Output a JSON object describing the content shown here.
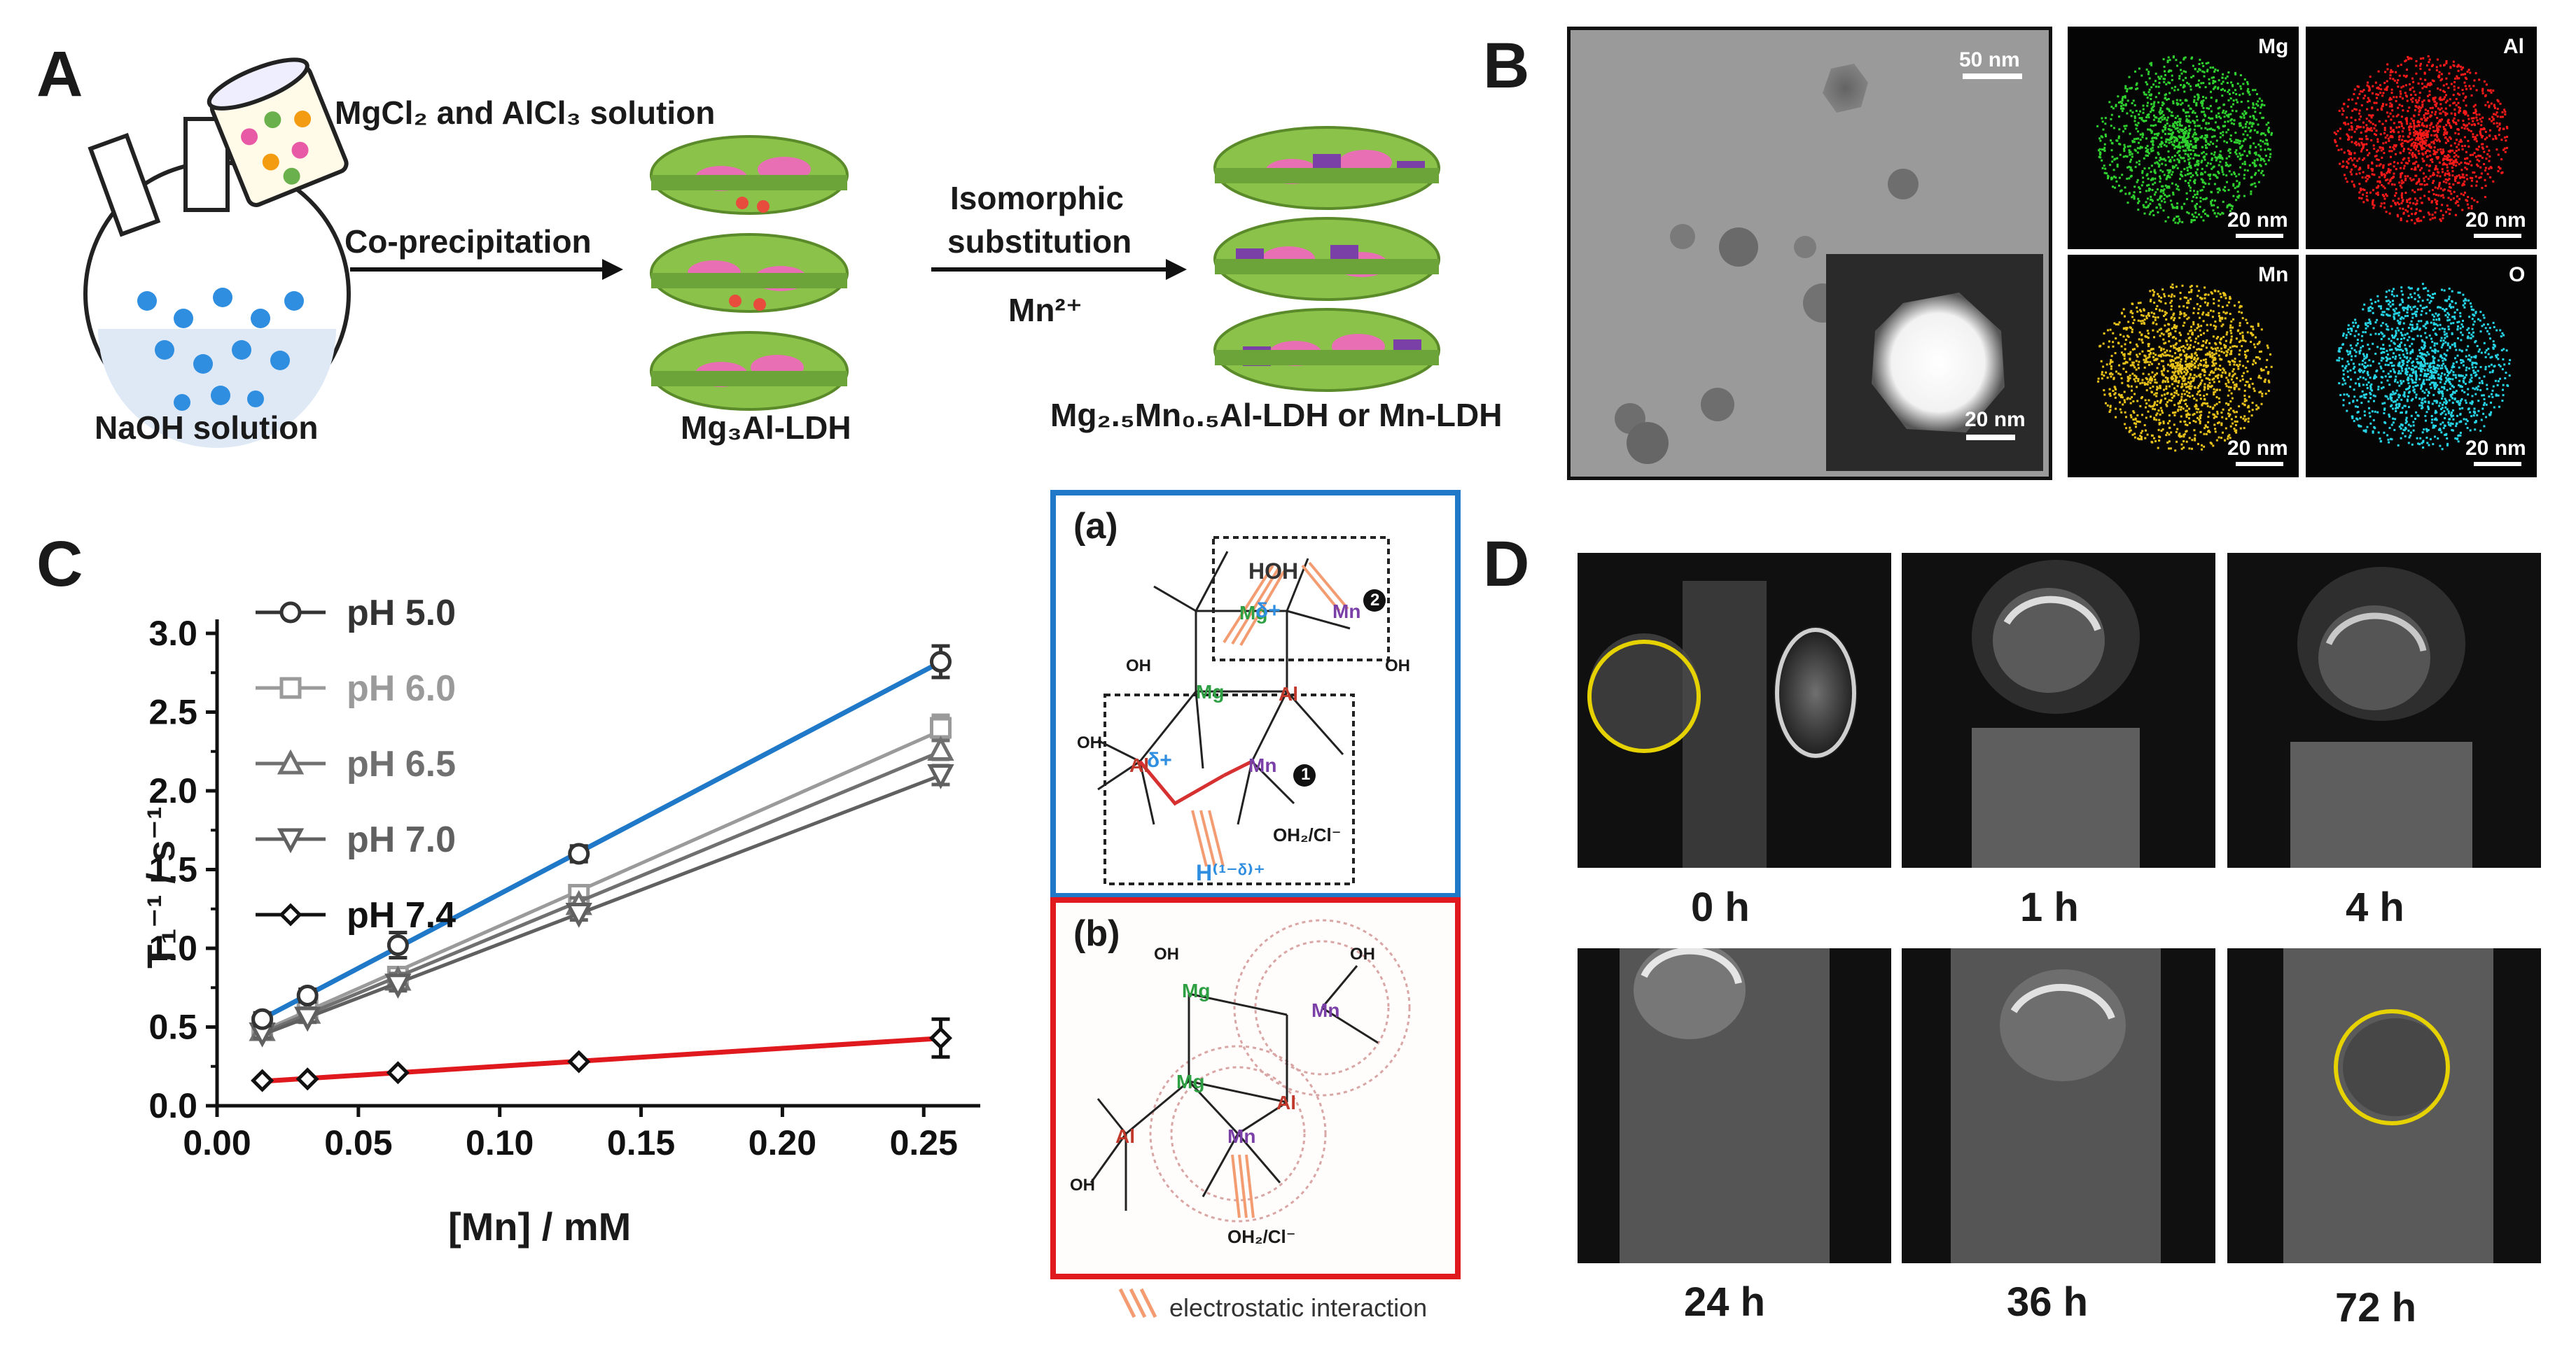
{
  "panels": {
    "A": "A",
    "B": "B",
    "C": "C",
    "D": "D"
  },
  "panelA": {
    "beaker_label": "MgCl₂ and AlCl₃ solution",
    "flask_label": "NaOH solution",
    "step1": "Co-precipitation",
    "product1": "Mg₃Al-LDH",
    "step2_line1": "Isomorphic",
    "step2_line2": "substitution",
    "step2_ion": "Mn²⁺",
    "product2": "Mg₂.₅Mn₀.₅Al-LDH or Mn-LDH"
  },
  "panelB": {
    "scalebar_main": "50 nm",
    "scalebar_inset": "20 nm",
    "maps": [
      {
        "element": "Mg",
        "scale": "20 nm",
        "color": "#2fd12f"
      },
      {
        "element": "Al",
        "scale": "20 nm",
        "color": "#ff1a1a"
      },
      {
        "element": "Mn",
        "scale": "20 nm",
        "color": "#e8c21a"
      },
      {
        "element": "O",
        "scale": "20 nm",
        "color": "#26d4e6"
      }
    ]
  },
  "schematic": {
    "a_label": "(a)",
    "b_label": "(b)",
    "legend": "electrostatic interaction",
    "a_border": "#1f78c8",
    "b_border": "#e0191e",
    "atoms_a": {
      "mg": "Mg",
      "mn": "Mn",
      "al": "Al",
      "oh": "OH",
      "hoh": "HOH",
      "delta_plus": "δ+",
      "delta_plus2": "δ+",
      "water_cl": "OH₂/Cl⁻",
      "proton": "H⁽¹⁻ᵟ⁾⁺",
      "num1": "1",
      "num2": "2"
    },
    "atoms_b": {
      "mg": "Mg",
      "mn": "Mn",
      "al": "Al",
      "oh": "OH",
      "water_cl": "OH₂/Cl⁻"
    }
  },
  "chart_data": {
    "type": "line",
    "xlabel": "[Mn] / mM",
    "ylabel": "T₁⁻¹ / s⁻¹",
    "xlim": [
      0.0,
      0.27
    ],
    "ylim": [
      0.0,
      3.0
    ],
    "xticks": [
      "0.00",
      "0.05",
      "0.10",
      "0.15",
      "0.20",
      "0.25"
    ],
    "yticks": [
      "0.0",
      "0.5",
      "1.0",
      "1.5",
      "2.0",
      "2.5",
      "3.0"
    ],
    "grid": false,
    "legend_position": "top-left",
    "x": [
      0.016,
      0.032,
      0.064,
      0.128,
      0.256
    ],
    "series": [
      {
        "name": "pH 5.0",
        "marker": "circle",
        "color": "#333333",
        "fit_color": "#1f78c8",
        "values": [
          0.55,
          0.7,
          1.02,
          1.6,
          2.82
        ],
        "errors": [
          0.04,
          0.04,
          0.08,
          0.05,
          0.1
        ]
      },
      {
        "name": "pH 6.0",
        "marker": "square",
        "color": "#9a9a9a",
        "fit_color": "#9a9a9a",
        "values": [
          0.5,
          0.62,
          0.82,
          1.34,
          2.4
        ],
        "errors": [
          0.03,
          0.03,
          0.04,
          0.04,
          0.08
        ]
      },
      {
        "name": "pH 6.5",
        "marker": "triangle",
        "color": "#707070",
        "fit_color": "#707070",
        "values": [
          0.48,
          0.59,
          0.8,
          1.28,
          2.26
        ],
        "errors": [
          0.03,
          0.03,
          0.04,
          0.04,
          0.06
        ]
      },
      {
        "name": "pH 7.0",
        "marker": "triangle-down",
        "color": "#606060",
        "fit_color": "#606060",
        "values": [
          0.46,
          0.56,
          0.77,
          1.22,
          2.1
        ],
        "errors": [
          0.03,
          0.03,
          0.04,
          0.04,
          0.06
        ]
      },
      {
        "name": "pH 7.4",
        "marker": "diamond",
        "color": "#111111",
        "fit_color": "#e0191e",
        "values": [
          0.16,
          0.17,
          0.21,
          0.28,
          0.43
        ],
        "errors": [
          0.01,
          0.01,
          0.01,
          0.02,
          0.12
        ]
      }
    ]
  },
  "panelD": {
    "times": [
      "0 h",
      "1 h",
      "4 h",
      "24 h",
      "36 h",
      "72 h"
    ],
    "circle_color": "#e6d200"
  }
}
